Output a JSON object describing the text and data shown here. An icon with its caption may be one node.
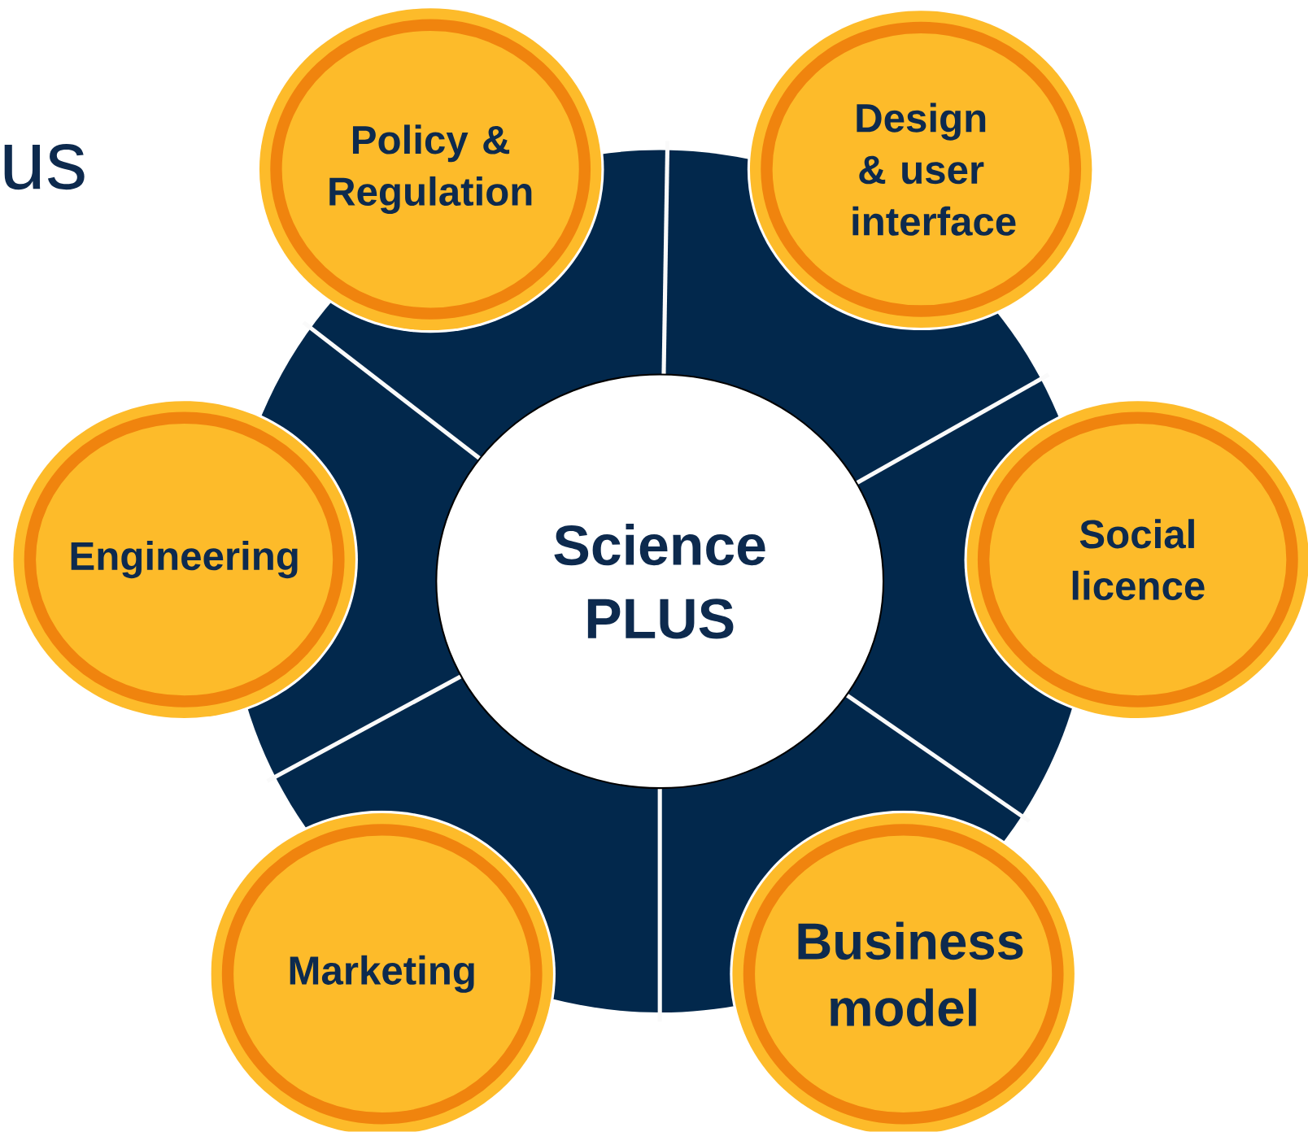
{
  "diagram": {
    "nodes": [
      {
        "text": [
          "Science PLUS"
        ]
      },
      {
        "text": [
          "Policy & Regulation"
        ]
      },
      {
        "text": [
          "Design & user interface"
        ]
      },
      {
        "text": [
          "Social licence"
        ]
      },
      {
        "text": [
          "Business model"
        ]
      },
      {
        "text": [
          "Marketing"
        ]
      },
      {
        "text": [
          "Engineering"
        ]
      }
    ],
    "labels": [
      "us"
    ]
  }
}
